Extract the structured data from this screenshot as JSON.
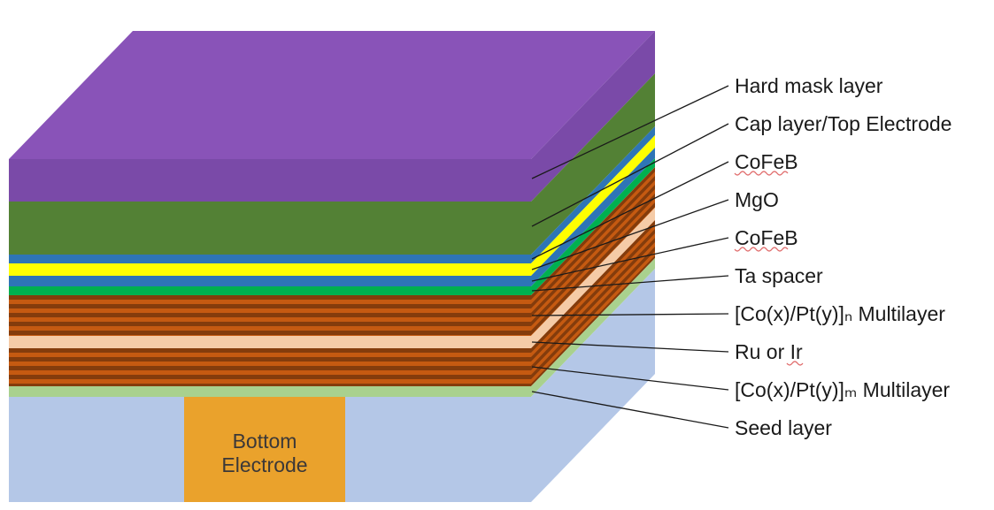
{
  "figure": {
    "layer_labels": [
      "Hard mask layer",
      "Cap layer/Top Electrode",
      "CoFeB",
      "MgO",
      "CoFeB",
      "Ta spacer",
      "[Co(x)/Pt(y)]ₙ Multilayer",
      "Ru or Ir",
      "[Co(x)/Pt(y)]ₘ Multilayer",
      "Seed layer"
    ],
    "bottom_electrode": {
      "line1": "Bottom",
      "line2": "Electrode"
    }
  },
  "colors": {
    "hard_mask_top": "#8953B8",
    "hard_mask": "#7A4AA8",
    "cap_layer": "#538135",
    "cofeb": "#2E75B6",
    "mgo": "#FFFF00",
    "ta_spacer": "#00B050",
    "multilayer_stripe_dark": "#843C0C",
    "multilayer_stripe_light": "#C55A11",
    "ru_ir": "#F5CBA7",
    "seed_layer": "#A9D18E",
    "substrate": "#B4C7E7",
    "bottom_electrode": "#EAA22C"
  }
}
